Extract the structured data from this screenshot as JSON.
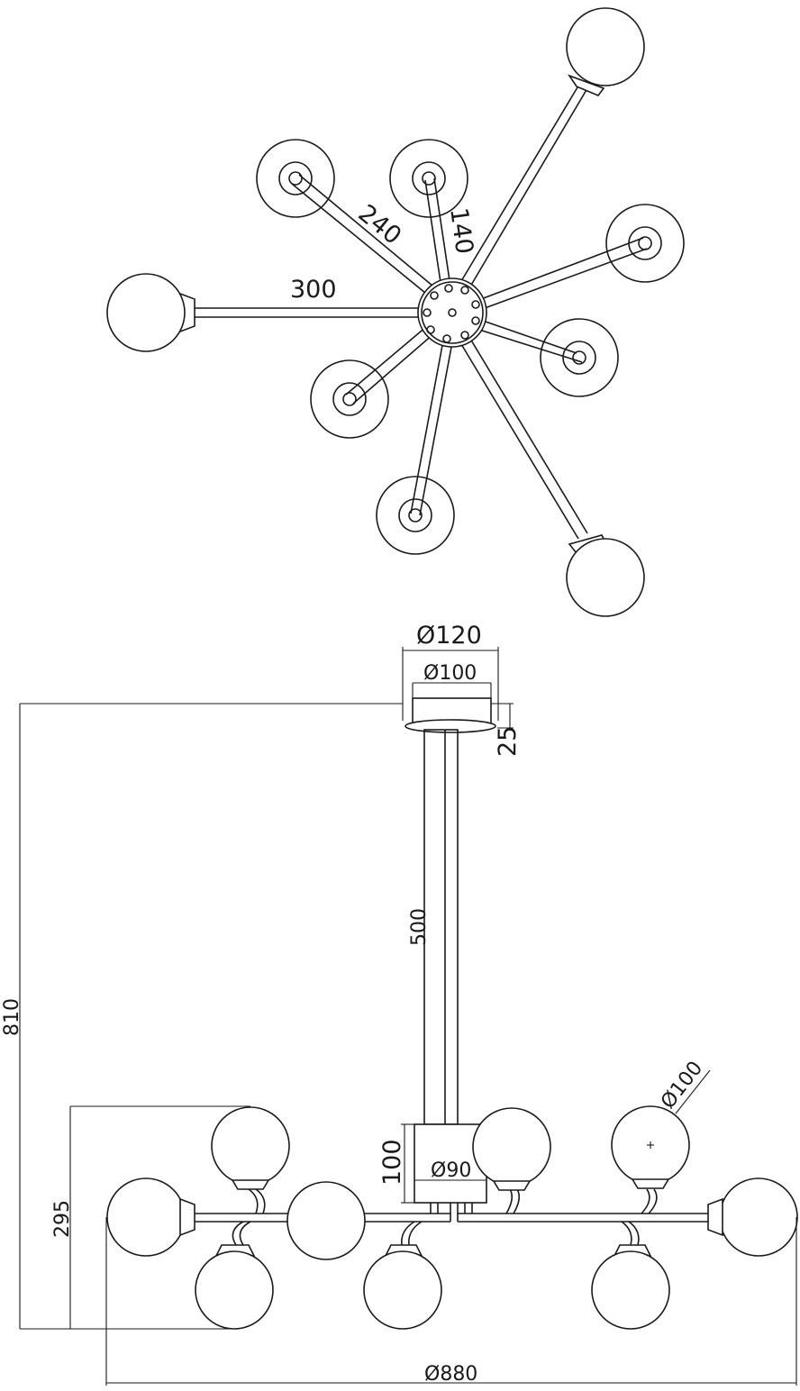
{
  "top_view": {
    "dim_arm_long": "300",
    "dim_arm_mid": "240",
    "dim_arm_short": "140"
  },
  "side_view": {
    "dim_canopy_outer": "Ø120",
    "dim_canopy_inner": "Ø100",
    "dim_canopy_height": "25",
    "dim_rod_length": "500",
    "dim_total_height": "810",
    "dim_body_height": "295",
    "dim_hub_height": "100",
    "dim_hub_diameter": "Ø90",
    "dim_globe_diameter": "Ø100",
    "dim_total_diameter": "Ø880"
  },
  "colors": {
    "line": "#1a1a1a",
    "background": "#ffffff"
  }
}
